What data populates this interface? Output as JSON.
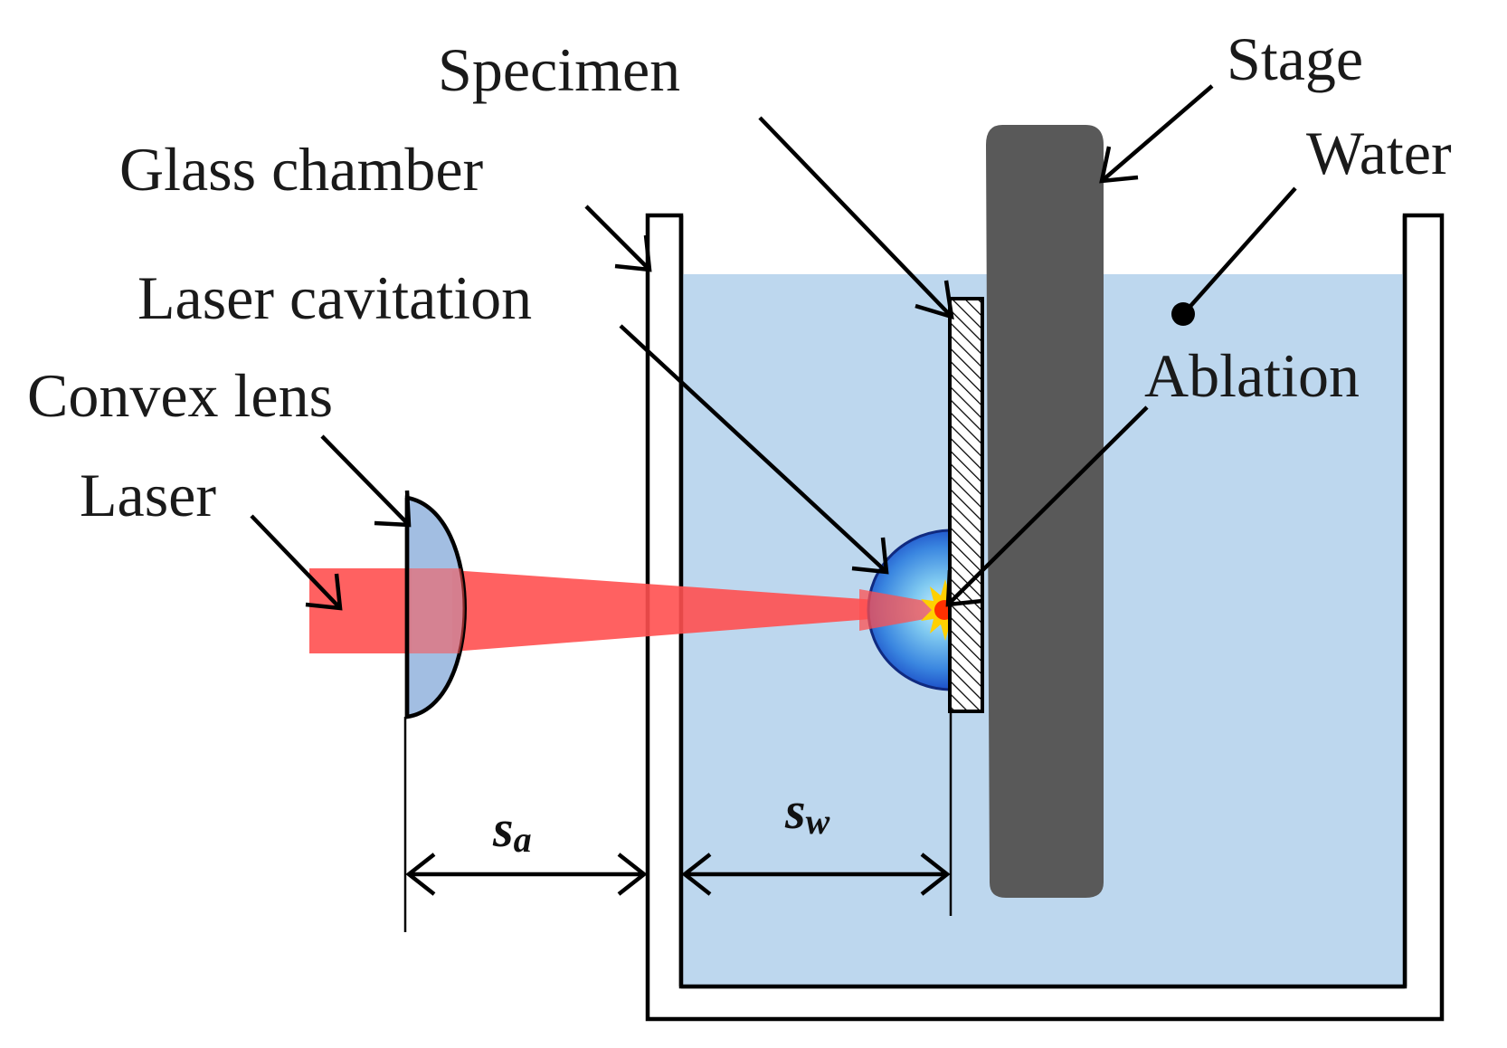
{
  "labels": {
    "specimen": "Specimen",
    "stage": "Stage",
    "glass_chamber": "Glass chamber",
    "water": "Water",
    "laser_cavitation": "Laser cavitation",
    "ablation": "Ablation",
    "convex_lens": "Convex lens",
    "laser": "Laser"
  },
  "dimensions": {
    "sa": {
      "main": "s",
      "sub": "a"
    },
    "sw": {
      "main": "s",
      "sub": "w"
    }
  },
  "colors": {
    "water": "#bdd7ee",
    "stage": "#595959",
    "laser_beam": "#ff5050",
    "lens": "#9dbbe0",
    "cavitation_outer": "#2060d8",
    "cavitation_inner": "#7ec8f0",
    "ablation_core": "#ff3000",
    "ablation_glow": "#ffd000"
  }
}
